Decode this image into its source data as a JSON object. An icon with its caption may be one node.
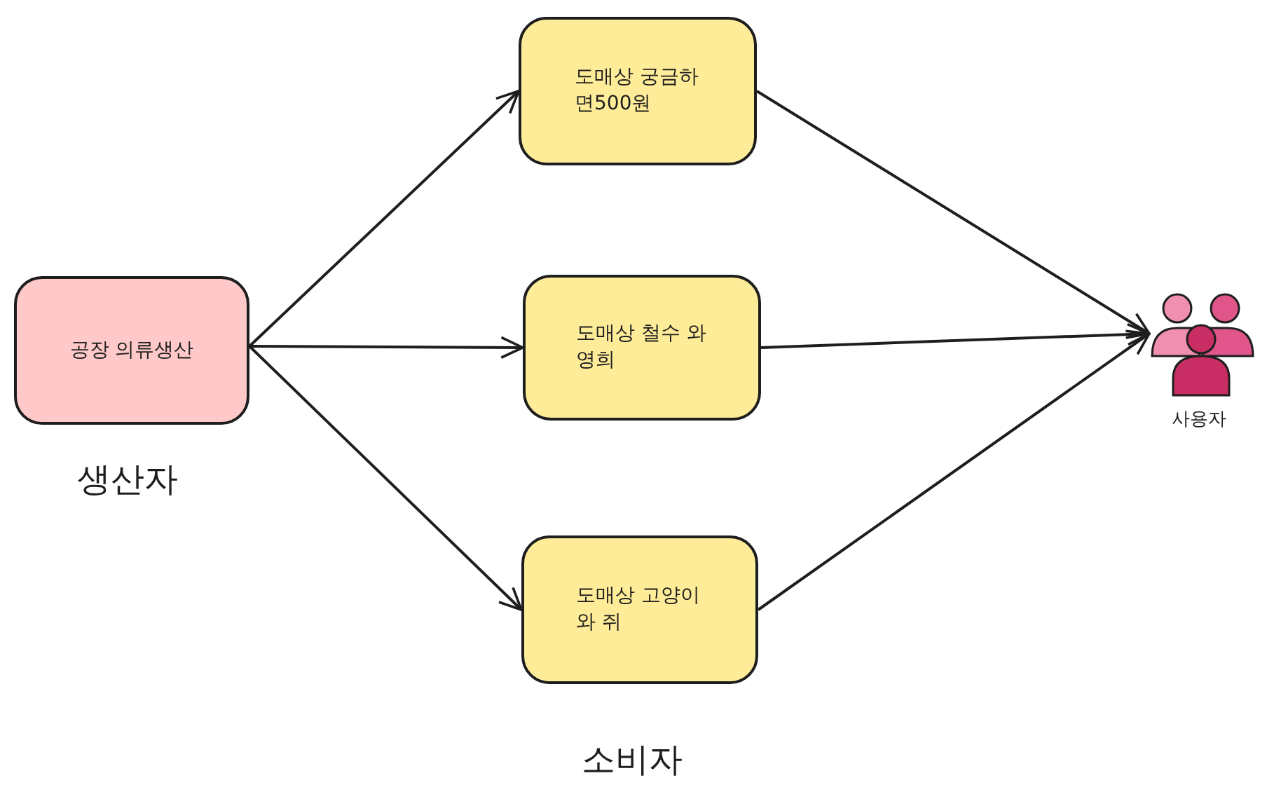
{
  "diagram": {
    "nodes": [
      {
        "text": [
          "공장 의류생산"
        ]
      },
      {
        "text": [
          "도매상 궁금하면500원"
        ]
      },
      {
        "text": [
          "도매상 철수 와 영희"
        ]
      },
      {
        "text": [
          "도매상 고양이 와 쥐"
        ]
      },
      {
        "text": [],
        "shape": "person",
        "beside": [
          "사용자"
        ]
      }
    ],
    "edges": [
      {
        "from": 0,
        "to": 1,
        "arrow": "to"
      },
      {
        "from": 0,
        "to": 2,
        "arrow": "to"
      },
      {
        "from": 0,
        "to": 3,
        "arrow": "to"
      },
      {
        "from": 1,
        "to": 4,
        "arrow": "to"
      },
      {
        "from": 2,
        "to": 4,
        "arrow": "to"
      },
      {
        "from": 3,
        "to": 4,
        "arrow": "to"
      }
    ],
    "labels": [
      "생산자",
      "소비자"
    ]
  }
}
